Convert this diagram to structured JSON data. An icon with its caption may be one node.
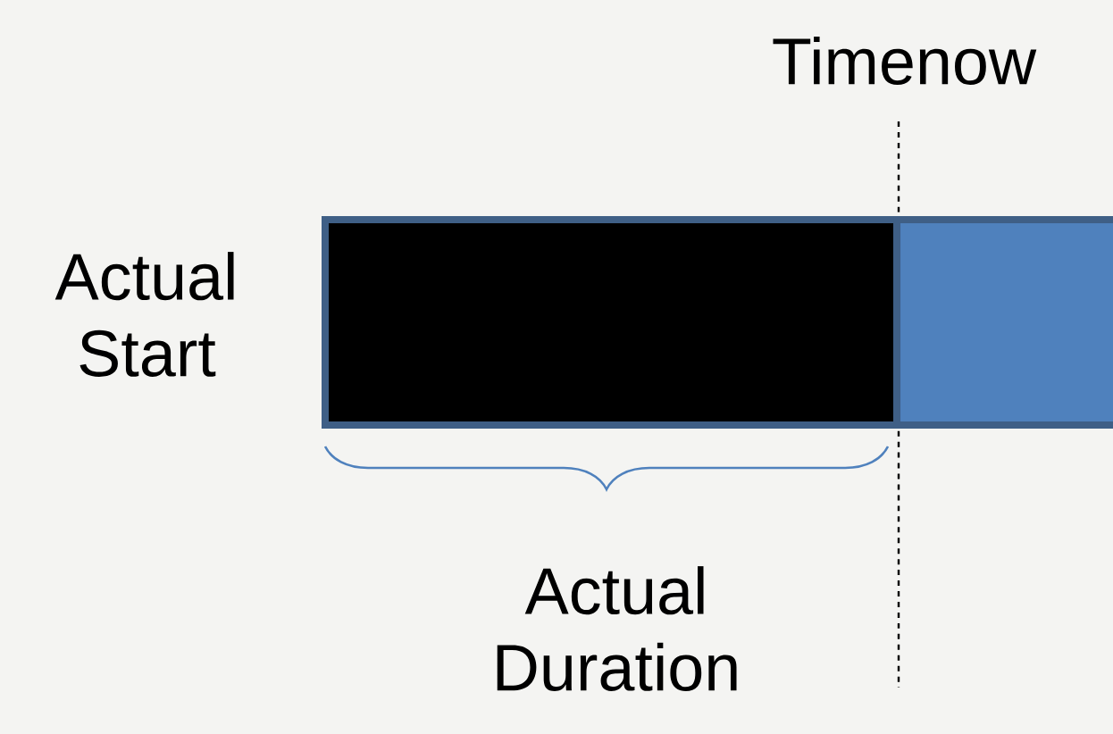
{
  "diagram": {
    "nodes": [
      {
        "text": [],
        "shape": "bar"
      },
      {
        "text": [],
        "shape": "bar"
      }
    ],
    "labels": [
      "Timenow",
      "Actual Start",
      "Actual Duration"
    ]
  }
}
